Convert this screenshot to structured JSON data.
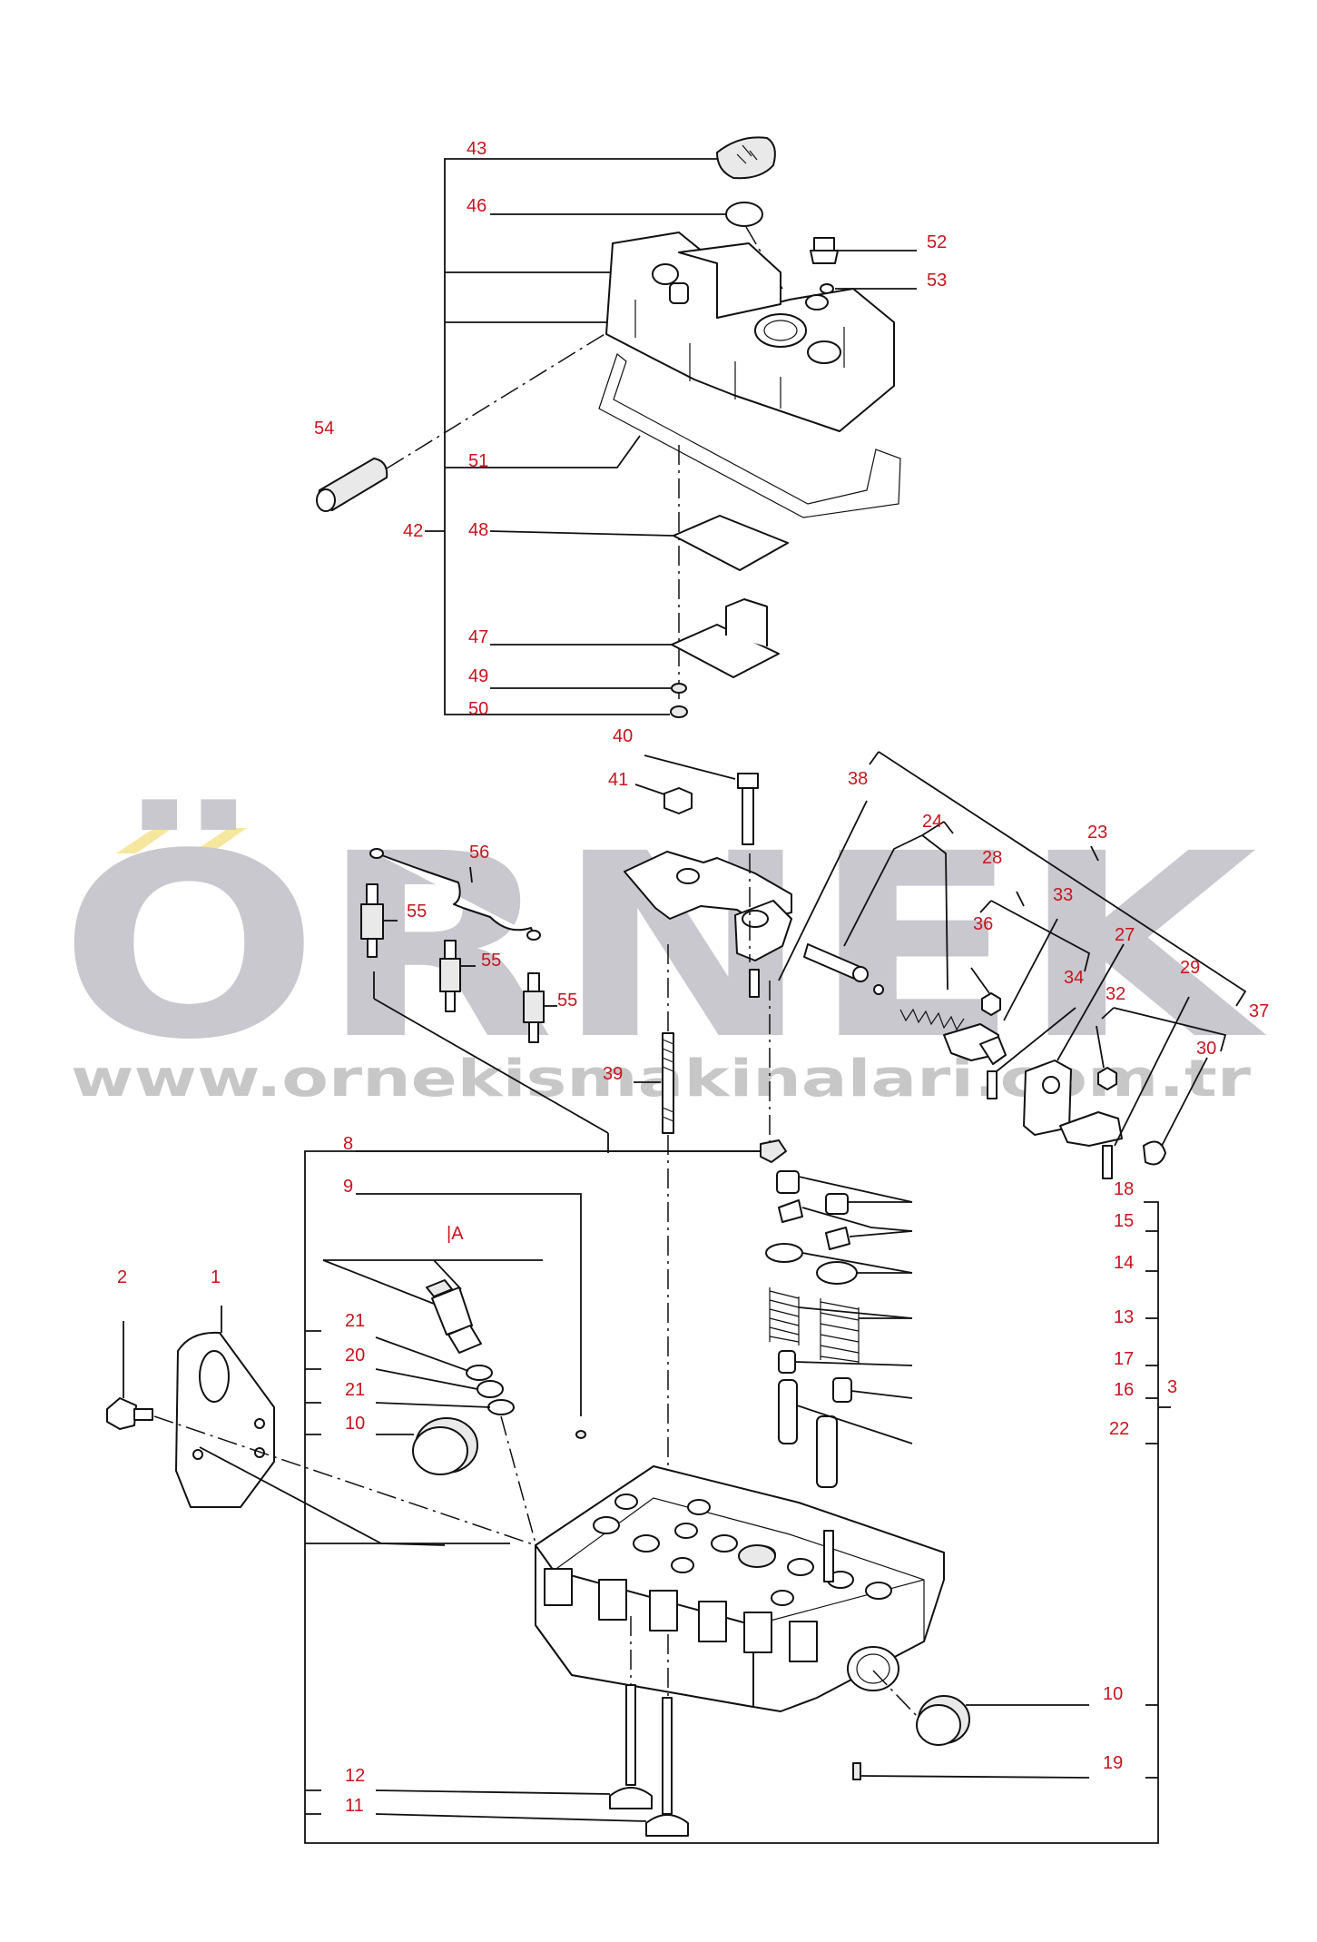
{
  "watermark": {
    "brand": "ÖRNEK",
    "url": "www.ornekismakinalari.com.tr",
    "brand_color": "#c9c8cf",
    "accent_color": "#f6e79e"
  },
  "callout_color": "#c8141e",
  "section_marker": "|A",
  "callouts": {
    "c43": "43",
    "c46": "46",
    "c52": "52",
    "c53": "53",
    "c54": "54",
    "c51": "51",
    "c42": "42",
    "c48": "48",
    "c47": "47",
    "c49": "49",
    "c50": "50",
    "c40": "40",
    "c41": "41",
    "c38": "38",
    "c24": "24",
    "c23": "23",
    "c28": "28",
    "c33": "33",
    "c36": "36",
    "c27": "27",
    "c56": "56",
    "c55a": "55",
    "c55b": "55",
    "c55c": "55",
    "c34": "34",
    "c29": "29",
    "c32": "32",
    "c37": "37",
    "c30": "30",
    "c39": "39",
    "c8": "8",
    "c9": "9",
    "c18": "18",
    "c15": "15",
    "c2": "2",
    "c1": "1",
    "c14": "14",
    "c13": "13",
    "c21a": "21",
    "c20": "20",
    "c21b": "21",
    "c17": "17",
    "c16": "16",
    "c3": "3",
    "c10a": "10",
    "c22": "22",
    "c10b": "10",
    "c19": "19",
    "c12": "12",
    "c11": "11"
  }
}
